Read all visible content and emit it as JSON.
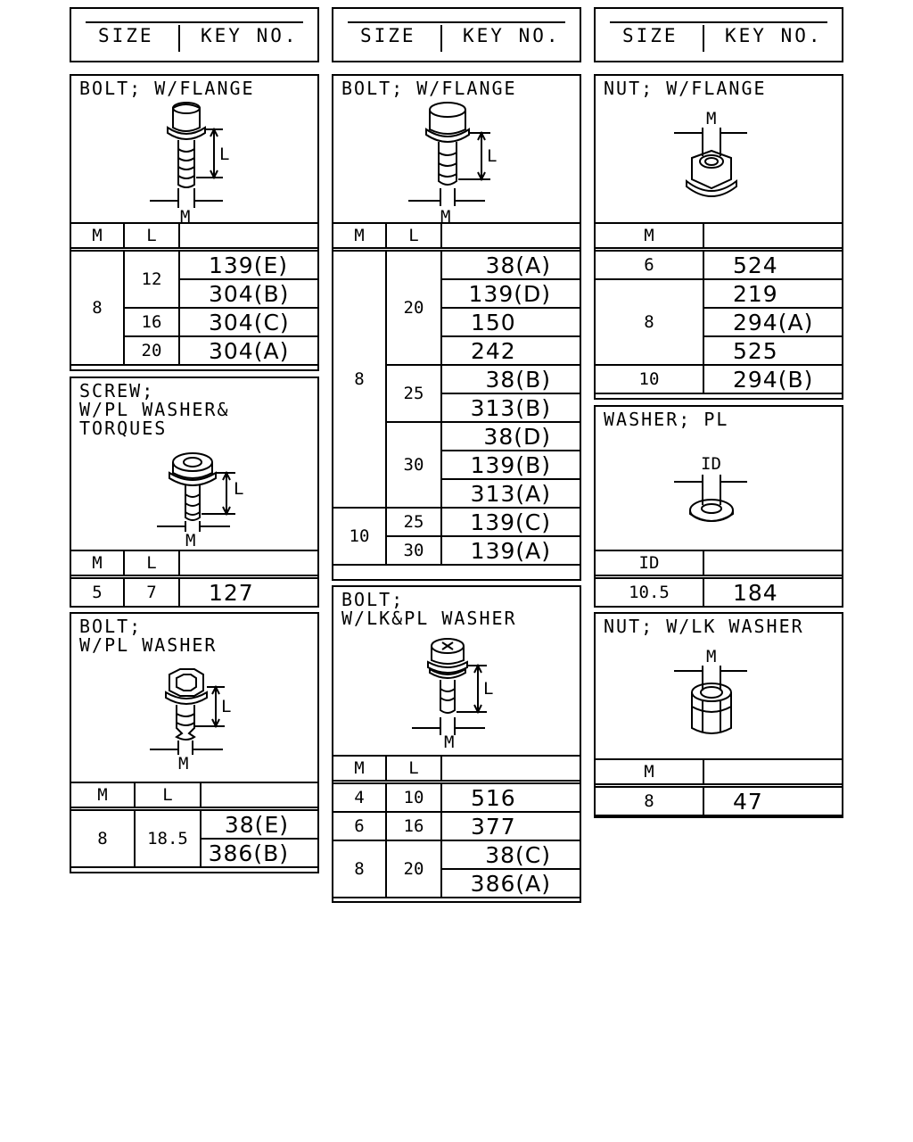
{
  "header": {
    "size_label": "SIZE",
    "key_label": "KEY NO."
  },
  "col1": {
    "bolt_flange": {
      "title": "BOLT; W/FLANGE",
      "dim_l": "L",
      "dim_m": "M",
      "cols": [
        "M",
        "L",
        ""
      ],
      "rows": [
        {
          "m": "8",
          "l": "12",
          "keys": [
            "139(E)",
            "304(B)"
          ]
        },
        {
          "l": "16",
          "keys": [
            "304(C)"
          ]
        },
        {
          "l": "20",
          "keys": [
            "304(A)"
          ]
        }
      ]
    },
    "screw": {
      "title": "SCREW;\nW/PL WASHER&\nTORQUES",
      "dim_l": "L",
      "dim_m": "M",
      "cols": [
        "M",
        "L",
        ""
      ],
      "rows": [
        {
          "m": "5",
          "l": "7",
          "key": "127"
        }
      ]
    },
    "bolt_pl_washer": {
      "title": "BOLT;\nW/PL WASHER",
      "dim_l": "L",
      "dim_m": "M",
      "cols": [
        "M",
        "L",
        ""
      ],
      "rows": [
        {
          "m": "8",
          "l": "18.5",
          "keys": [
            "38(E)",
            "386(B)"
          ]
        }
      ]
    }
  },
  "col2": {
    "bolt_flange": {
      "title": "BOLT; W/FLANGE",
      "dim_l": "L",
      "dim_m": "M",
      "cols": [
        "M",
        "L",
        ""
      ],
      "m8": "8",
      "m10": "10",
      "groups": [
        {
          "l": "20",
          "keys": [
            "38(A)",
            "139(D)",
            "150",
            "242"
          ]
        },
        {
          "l": "25",
          "keys": [
            "38(B)",
            "313(B)"
          ]
        },
        {
          "l": "30",
          "keys": [
            "38(D)",
            "139(B)",
            "313(A)"
          ]
        },
        {
          "l": "25",
          "keys": [
            "139(C)"
          ]
        },
        {
          "l": "30",
          "keys": [
            "139(A)"
          ]
        }
      ]
    },
    "bolt_lk_pl": {
      "title": "BOLT;\nW/LK&PL WASHER",
      "dim_l": "L",
      "dim_m": "M",
      "cols": [
        "M",
        "L",
        ""
      ],
      "rows": [
        {
          "m": "4",
          "l": "10",
          "key": "516"
        },
        {
          "m": "6",
          "l": "16",
          "key": "377"
        },
        {
          "m": "8",
          "l": "20",
          "keys": [
            "38(C)",
            "386(A)"
          ]
        }
      ]
    }
  },
  "col3": {
    "nut_flange": {
      "title": "NUT; W/FLANGE",
      "dim_m": "M",
      "cols": [
        "M",
        ""
      ],
      "rows": [
        {
          "m": "6",
          "key": "524"
        },
        {
          "m": "8",
          "keys": [
            "219",
            "294(A)",
            "525"
          ]
        },
        {
          "m": "10",
          "key": "294(B)"
        }
      ]
    },
    "washer_pl": {
      "title": "WASHER; PL",
      "dim_id": "ID",
      "cols": [
        "ID",
        ""
      ],
      "rows": [
        {
          "id": "10.5",
          "key": "184"
        }
      ]
    },
    "nut_lk": {
      "title": "NUT; W/LK WASHER",
      "dim_m": "M",
      "cols": [
        "M",
        ""
      ],
      "rows": [
        {
          "m": "8",
          "key": "47"
        }
      ]
    }
  }
}
